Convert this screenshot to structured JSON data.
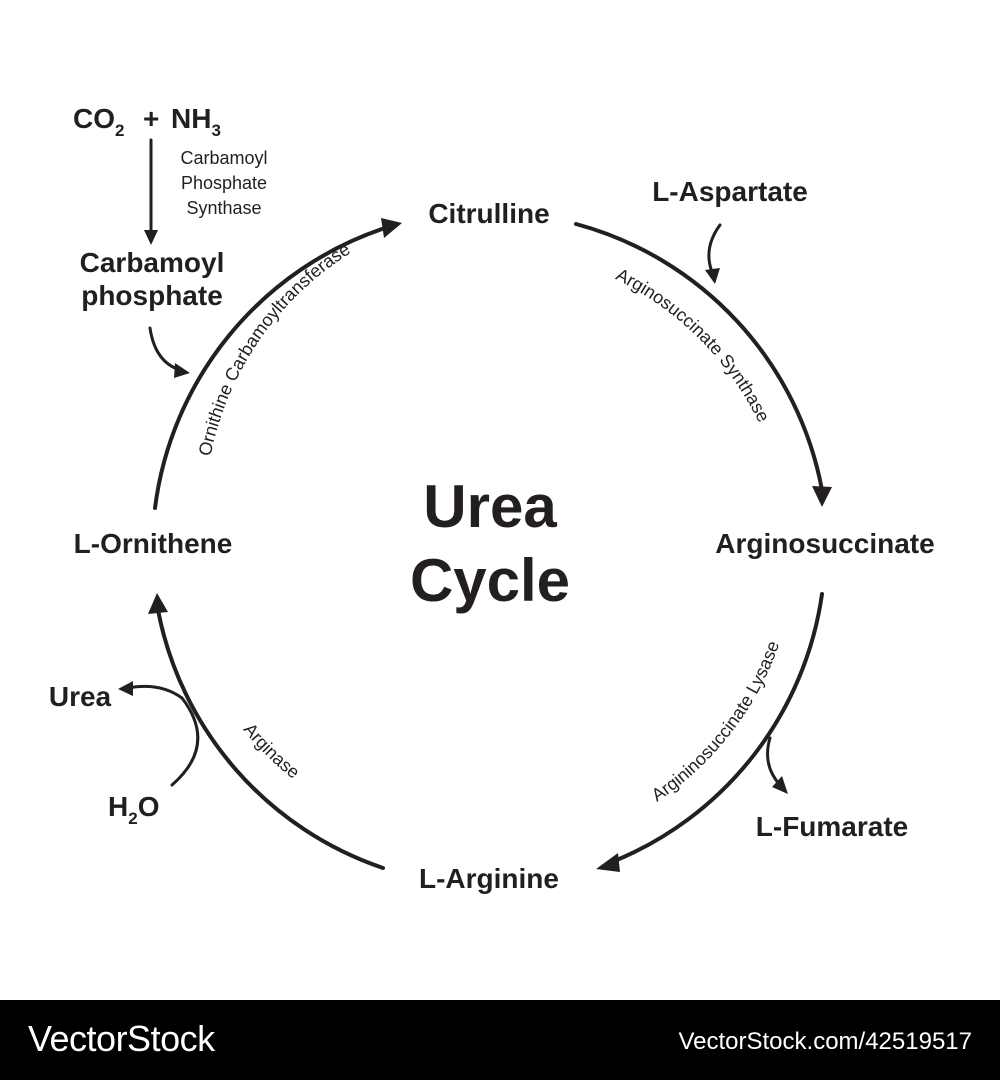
{
  "diagram": {
    "title_line1": "Urea",
    "title_line2": "Cycle",
    "nodes": {
      "citrulline": "Citrulline",
      "arginosuccinate": "Arginosuccinate",
      "arginine": "L-Arginine",
      "ornithene": "L-Ornithene"
    },
    "inputs": {
      "co2": "CO",
      "co2_sub": "2",
      "plus": "+",
      "nh3": "NH",
      "nh3_sub": "3",
      "carbamoyl_line1": "Carbamoyl",
      "carbamoyl_line2": "phosphate",
      "aspartate": "L-Aspartate",
      "fumarate": "L-Fumarate",
      "urea": "Urea",
      "h2o_h": "H",
      "h2o_sub": "2",
      "h2o_o": "O"
    },
    "enzymes": {
      "cps_line1": "Carbamoyl",
      "cps_line2": "Phosphate",
      "cps_line3": "Synthase",
      "otc": "Ornithine Carbamoyltransferase",
      "ass": "Arginosuccinate Synthase",
      "asl": "Argininosuccinate Lysase",
      "arginase": "Arginase"
    }
  },
  "footer": {
    "brand": "VectorStock",
    "reference": "VectorStock.com/42519517"
  }
}
